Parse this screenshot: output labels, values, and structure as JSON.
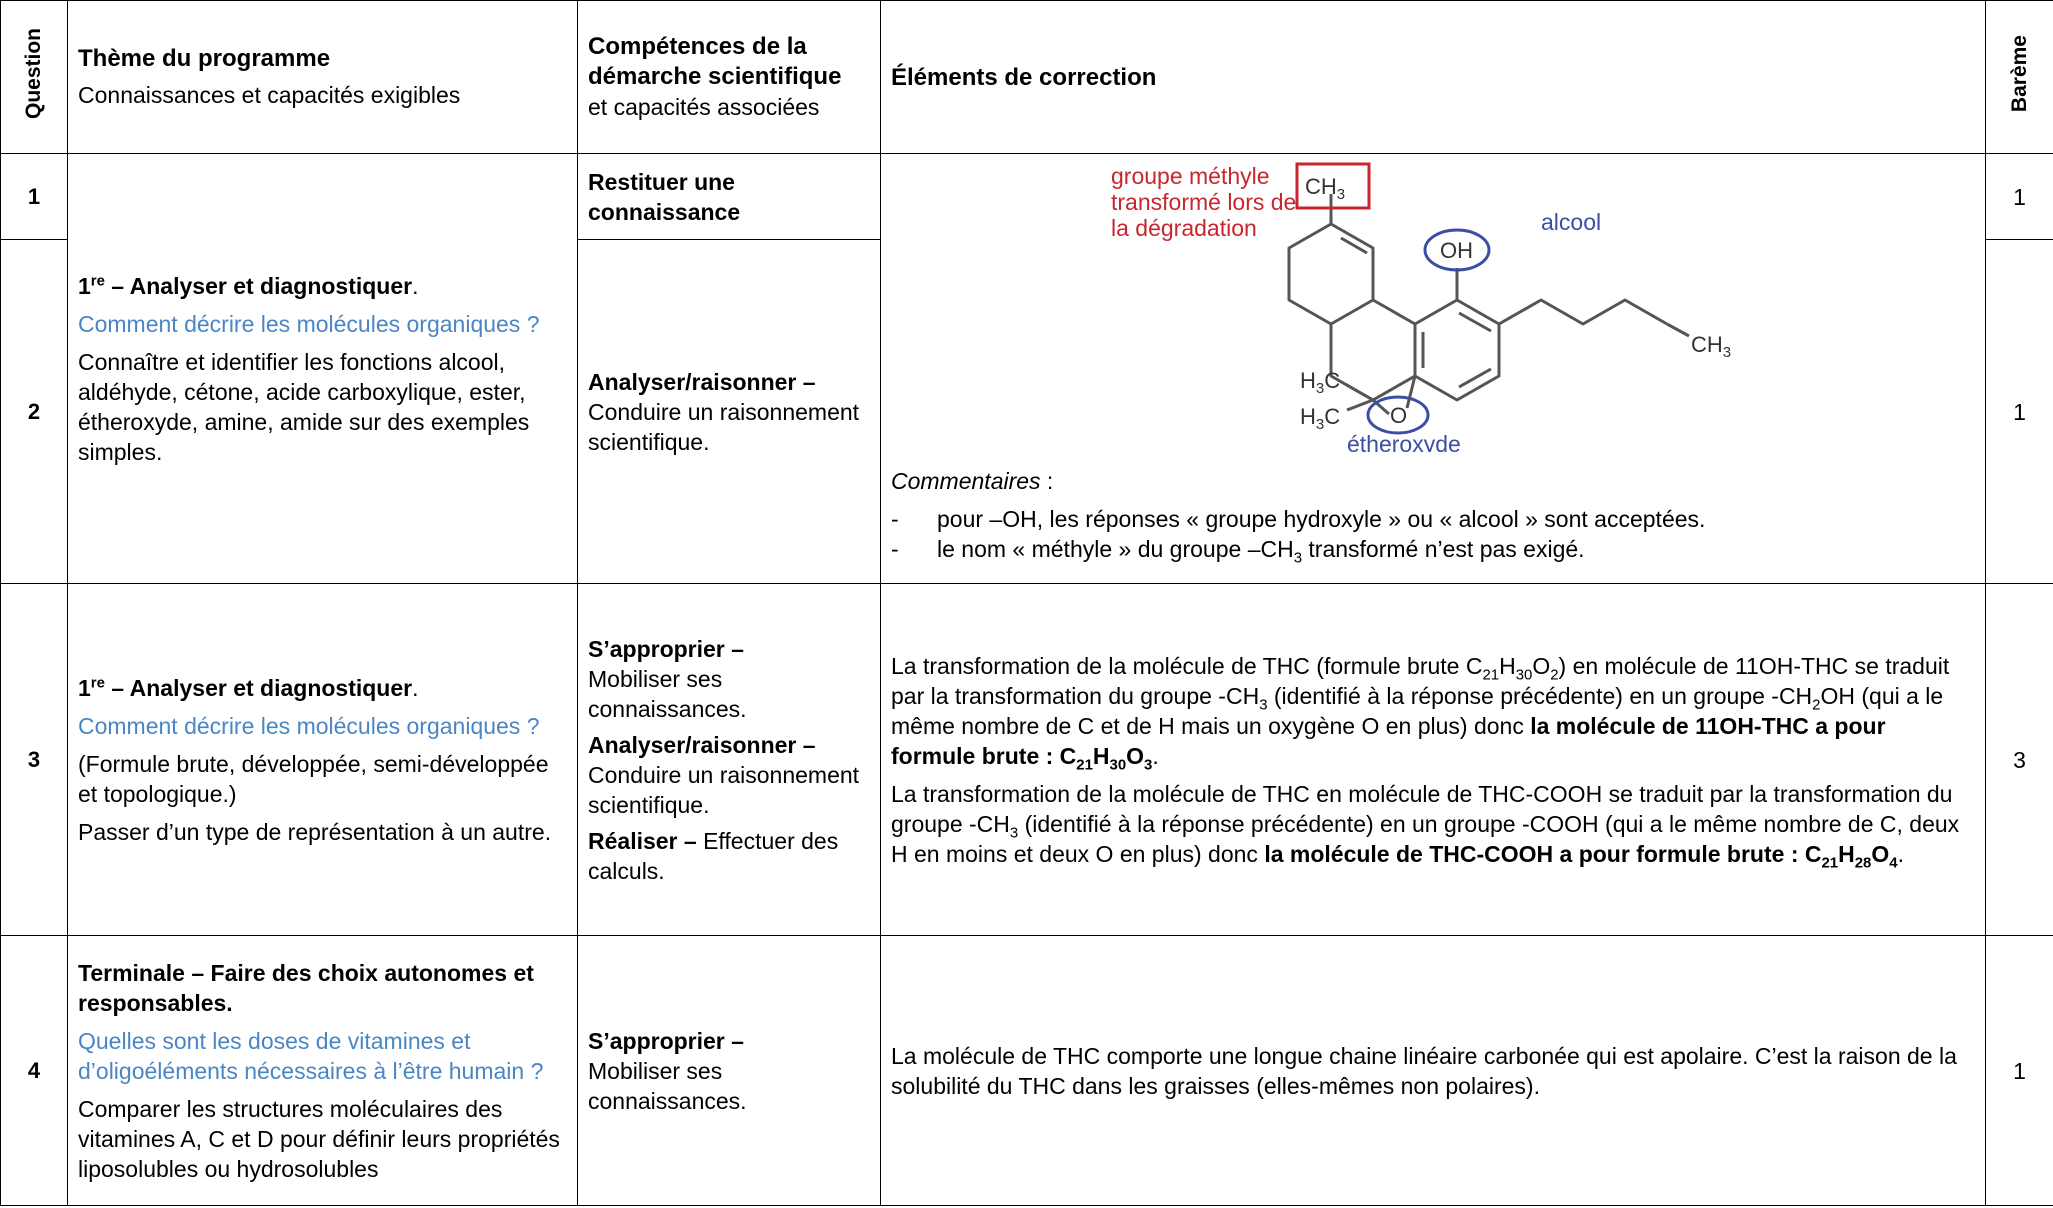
{
  "header": {
    "question": "Question",
    "theme_title": "Thème du programme",
    "theme_sub": "Connaissances et capacités exigibles",
    "comp_title": "Compétences de la démarche scientifique",
    "comp_sub": "et capacités associées",
    "elements": "Éléments de correction",
    "bareme": "Barème"
  },
  "rows": [
    {
      "num": "1",
      "comp_bold": "Restituer une connaissance",
      "score": "1"
    },
    {
      "num": "2",
      "theme_level": "1",
      "theme_level_sup": "re",
      "theme_heading": " – Analyser et diagnostiquer",
      "theme_heading_end": ".",
      "theme_question": "Comment décrire les molécules organiques ?",
      "theme_text": "Connaître et identifier les fonctions alcool, aldéhyde, cétone, acide carboxylique, ester, étheroxyde, amine, amide sur des exemples simples.",
      "comp_bold": "Analyser/raisonner –",
      "comp_text": "Conduire un raisonnement scientifique.",
      "molecule": {
        "label_methyl": [
          "groupe méthyle",
          "transformé lors de",
          "la dégradation"
        ],
        "label_alcool": "alcool",
        "label_ether": "étheroxyde",
        "atoms": {
          "ch3_top": "CH3",
          "oh": "OH",
          "h3c_1": "H3C",
          "h3c_2": "H3C",
          "o": "O",
          "ch3_end": "CH3"
        },
        "colors": {
          "red": "#c8262e",
          "blue": "#3b4ea3",
          "gray": "#555555"
        }
      },
      "comment_label": "Commentaires",
      "comment_colon": " :",
      "comments": [
        "pour –OH, les réponses « groupe hydroxyle » ou « alcool » sont acceptées.",
        "le nom « méthyle » du groupe –CH3 transformé n’est pas exigé."
      ],
      "score": "1"
    },
    {
      "num": "3",
      "theme_level": "1",
      "theme_level_sup": "re",
      "theme_heading": " – Analyser et diagnostiquer",
      "theme_heading_end": ".",
      "theme_question": "Comment décrire les molécules organiques ?",
      "theme_text1": "(Formule brute, développée, semi-développée et topologique.)",
      "theme_text2": "Passer d’un type de représentation à un autre.",
      "comp": [
        {
          "bold": "S’approprier –",
          "text": "Mobiliser ses connaissances."
        },
        {
          "bold": "Analyser/raisonner –",
          "text": "Conduire un raisonnement scientifique."
        },
        {
          "bold": "Réaliser –",
          "text": " Effectuer des calculs."
        }
      ],
      "para1_a": "La transformation de la molécule de THC (formule brute C21H30O2) en molécule de 11OH-THC se traduit par la transformation du groupe -CH3 (identifié à la réponse précédente) en un groupe -CH2OH (qui a le même nombre de C et de H mais un oxygène O en plus) donc",
      "para1_b": "la molécule de 11OH-THC a pour formule brute : C21H30O3",
      "para2_a": "La transformation de la molécule de THC en molécule de THC-COOH se traduit par la transformation du groupe -CH3 (identifié à la réponse précédente) en un groupe -COOH (qui a le même nombre de C, deux H en moins et deux O en plus) donc",
      "para2_b": "la molécule de THC-COOH a pour formule brute : C21H28O4",
      "score": "3"
    },
    {
      "num": "4",
      "theme_heading": "Terminale – Faire des choix autonomes et responsables.",
      "theme_question": "Quelles sont les doses de vitamines et d’oligoéléments nécessaires à l’être humain ?",
      "theme_text": "Comparer les structures moléculaires des vitamines A, C et D pour définir leurs propriétés liposolubles ou hydrosolubles",
      "comp_bold": "S’approprier –",
      "comp_text": "Mobiliser ses connaissances.",
      "answer": "La molécule de THC comporte une longue chaine linéaire carbonée qui est apolaire. C’est la raison de la solubilité du THC dans les graisses (elles-mêmes non polaires).",
      "score": "1"
    }
  ]
}
